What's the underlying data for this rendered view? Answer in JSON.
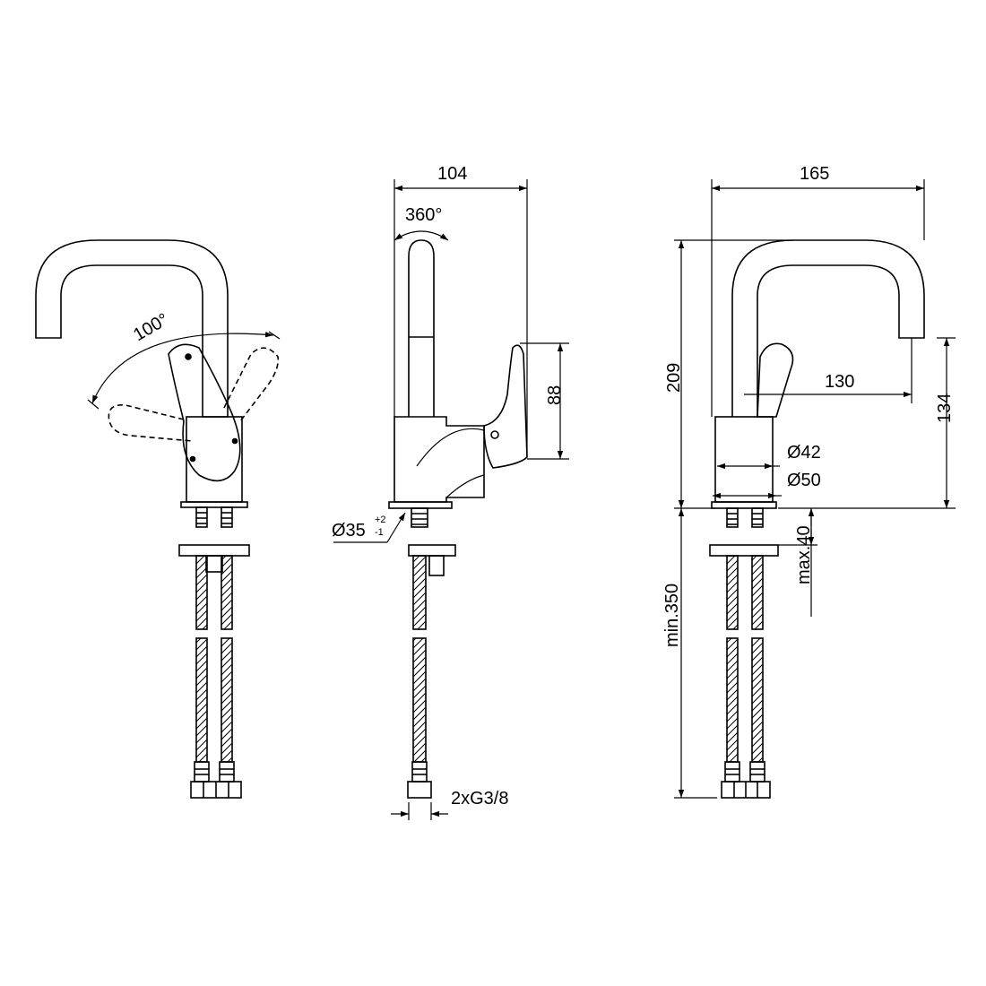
{
  "labels": {
    "width_side": "104",
    "rotation_spout": "360°",
    "height_lever": "88",
    "pipe_diameter": "Ø35",
    "tol_plus": "+2",
    "tol_minus": "-1",
    "thread": "2xG3/8",
    "lever_angle": "100°",
    "width_right": "165",
    "total_height": "209",
    "reach": "130",
    "spout_height": "134",
    "body_diameter_1": "Ø42",
    "body_diameter_2": "Ø50",
    "max_deck": "max.40",
    "min_hose": "min.350"
  },
  "colors": {
    "line": "#000000",
    "background": "#ffffff"
  }
}
